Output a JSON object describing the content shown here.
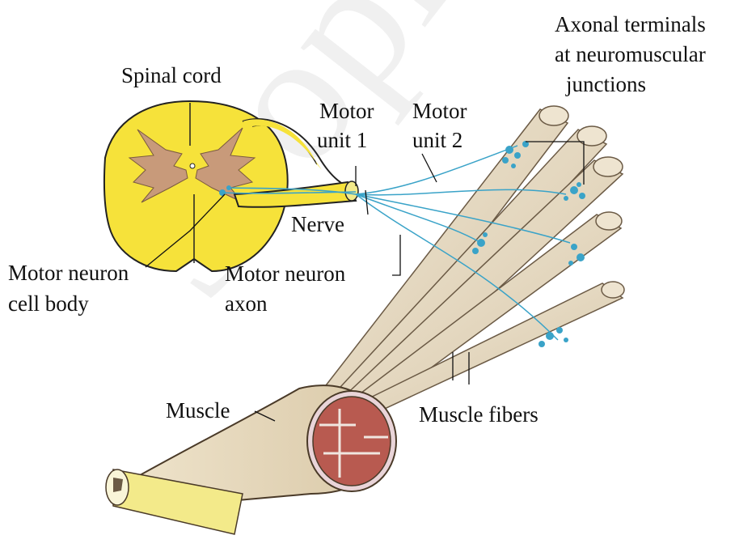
{
  "labels": {
    "spinal_cord": "Spinal cord",
    "axonal_terminals_1": "Axonal terminals",
    "axonal_terminals_2": "at neuromuscular",
    "axonal_terminals_3": "junctions",
    "motor_unit_1_a": "Motor",
    "motor_unit_1_b": "unit 1",
    "motor_unit_2_a": "Motor",
    "motor_unit_2_b": "unit 2",
    "nerve": "Nerve",
    "motor_neuron_cell_body_1": "Motor neuron",
    "motor_neuron_cell_body_2": "cell body",
    "motor_neuron_axon_1": "Motor neuron",
    "motor_neuron_axon_2": "axon",
    "muscle": "Muscle",
    "muscle_fibers": "Muscle fibers"
  },
  "watermark": "Згорій Гон",
  "colors": {
    "spinal_cord": "#f6e23a",
    "gray_matter": "#c89a7a",
    "fiber": "#e8dcc6",
    "fiber_stroke": "#6b5a45",
    "axon": "#3aa3c8",
    "muscle_cut": "#b85a50",
    "tendon": "#f3ea8a"
  }
}
